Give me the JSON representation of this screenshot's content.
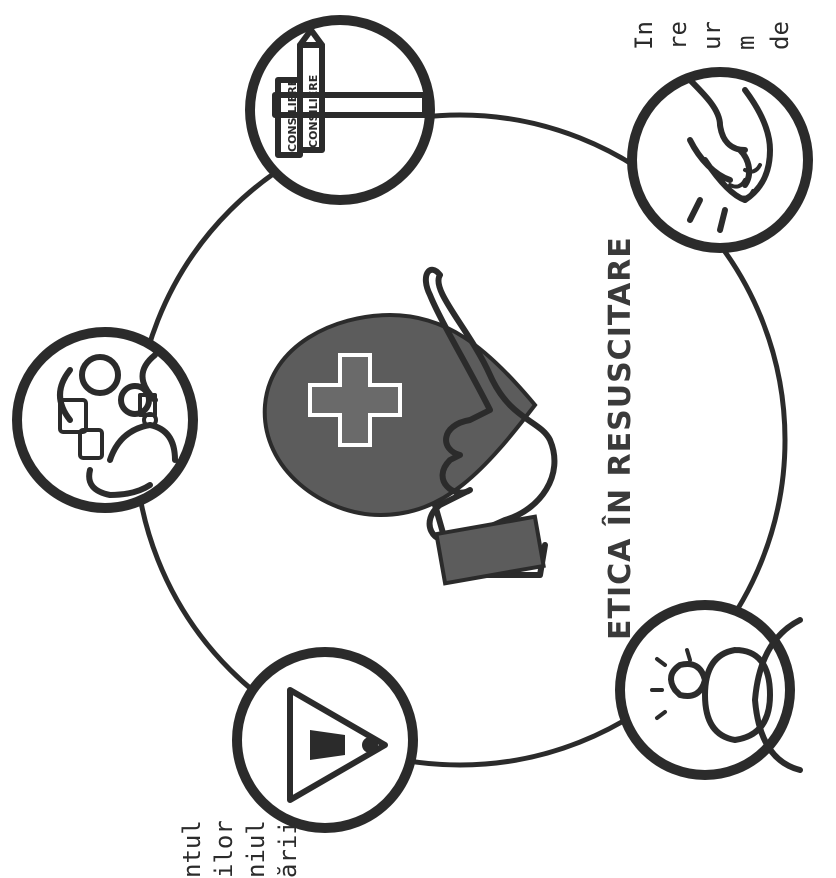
{
  "diagram": {
    "title": "ETICA ÎN RESUSCITARE",
    "sign_label_upper": "CONSILIERE",
    "sign_label_lower": "CONSILIERE",
    "right_text_fragment": [
      "In",
      "re",
      "ur",
      "m",
      "de"
    ],
    "bottom_text_fragment": [
      "ntul",
      "ilor",
      "niul",
      "ării"
    ]
  }
}
